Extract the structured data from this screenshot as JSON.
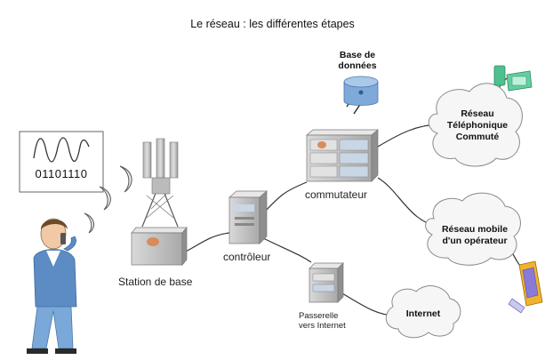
{
  "title": "Le réseau : les différentes étapes",
  "signal": {
    "bits": "01101110"
  },
  "labels": {
    "base_station": "Station de base",
    "controller": "contrôleur",
    "switch": "commutateur",
    "database_line1": "Base de",
    "database_line2": "données",
    "gateway_line1": "Passerelle",
    "gateway_line2": "vers Internet"
  },
  "clouds": {
    "pstn": [
      "Réseau",
      "Téléphonique",
      "Commuté"
    ],
    "mobile": [
      "Réseau mobile",
      "d'un opérateur"
    ],
    "internet": [
      "Internet"
    ]
  },
  "icons": [
    "person-with-phone-icon",
    "radio-wave-icon",
    "antenna-tower-icon",
    "base-station-server-icon",
    "controller-server-icon",
    "switch-server-icon",
    "database-icon",
    "gateway-server-icon",
    "fixed-phone-icon",
    "mobile-phone-icon"
  ],
  "colors": {
    "cloud_fill": "#f6f6f6",
    "cloud_stroke": "#8a8a8a",
    "database": "#7fa9d9",
    "phone_green": "#4fbf8f",
    "mobile_purple": "#8a7ad8"
  }
}
